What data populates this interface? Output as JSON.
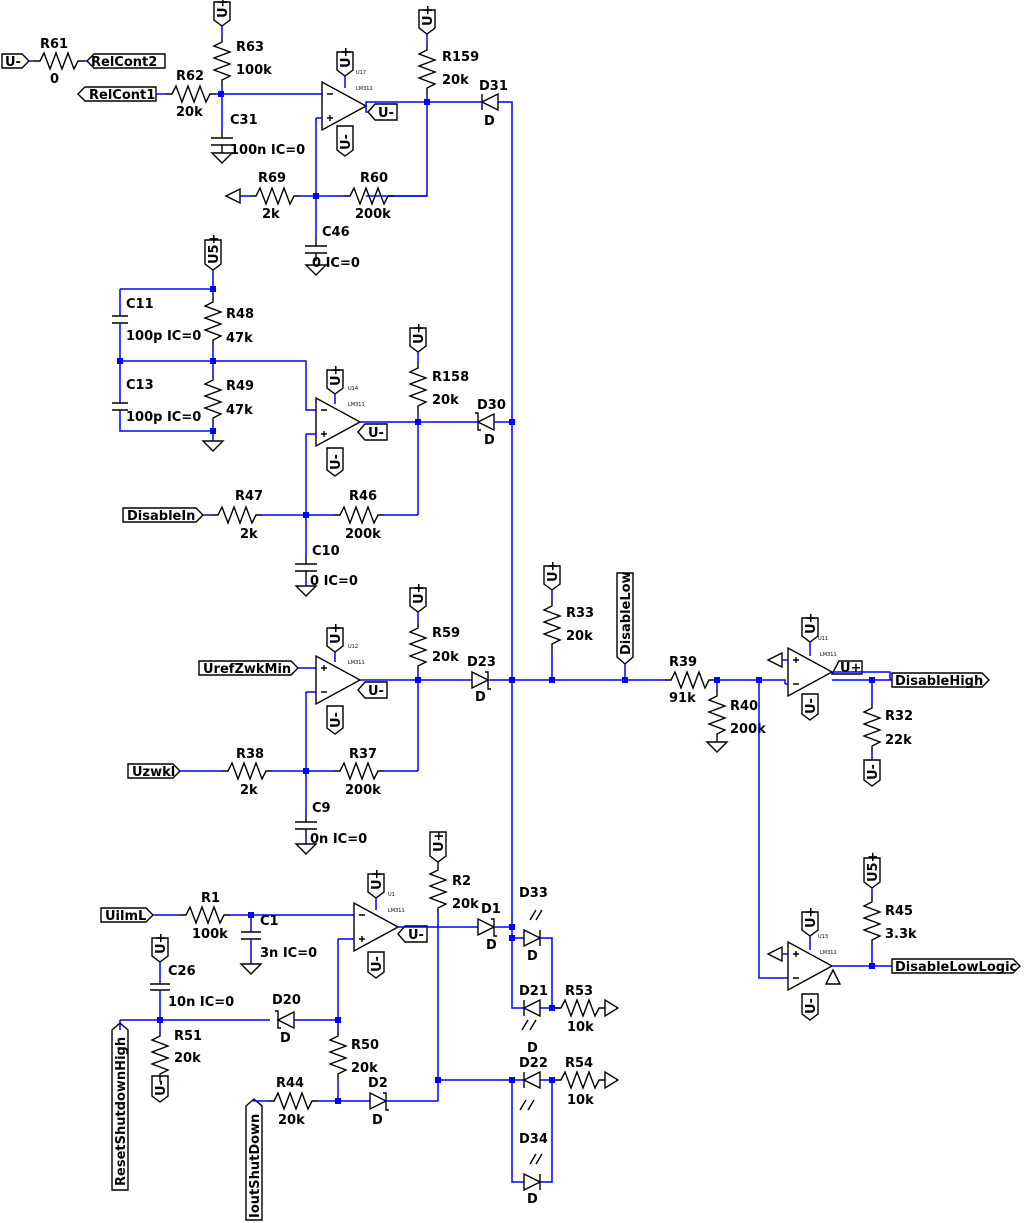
{
  "ports": {
    "u_minus_in": "U-",
    "relcont2": "RelCont2",
    "relcont1": "RelCont1",
    "disable_in": "DisableIn",
    "uref": "UrefZwkMin",
    "uzwkl": "Uzwkl",
    "uilml": "UilmL",
    "disable_low": "DisableLow",
    "disable_high": "DisableHigh",
    "disable_low_logic": "DisableLowLogic",
    "reset_shutdown": "ResetShutdownHigh",
    "iout_shutdown": "IoutShutDown"
  },
  "supplies": {
    "u_plus": "U+",
    "u_minus": "U-",
    "u5_plus": "U5+"
  },
  "opamps": {
    "model": "LM311",
    "u17": "U17",
    "u14": "U14",
    "u12": "U12",
    "u1": "U1",
    "u11": "U11",
    "u13": "U13"
  },
  "components": {
    "r61": {
      "name": "R61",
      "value": "0"
    },
    "r62": {
      "name": "R62",
      "value": "20k"
    },
    "r63": {
      "name": "R63",
      "value": "100k"
    },
    "c31": {
      "name": "C31",
      "value": "100n IC=0"
    },
    "r69": {
      "name": "R69",
      "value": "2k"
    },
    "r60": {
      "name": "R60",
      "value": "200k"
    },
    "c46": {
      "name": "C46",
      "value": "0 IC=0"
    },
    "r159": {
      "name": "R159",
      "value": "20k"
    },
    "d31": {
      "name": "D31",
      "value": "D"
    },
    "c11": {
      "name": "C11",
      "value": "100p IC=0"
    },
    "c13": {
      "name": "C13",
      "value": "100p IC=0"
    },
    "r48": {
      "name": "R48",
      "value": "47k"
    },
    "r49": {
      "name": "R49",
      "value": "47k"
    },
    "r158": {
      "name": "R158",
      "value": "20k"
    },
    "d30": {
      "name": "D30",
      "value": "D"
    },
    "r47": {
      "name": "R47",
      "value": "2k"
    },
    "r46": {
      "name": "R46",
      "value": "200k"
    },
    "c10": {
      "name": "C10",
      "value": "0 IC=0"
    },
    "r33": {
      "name": "R33",
      "value": "20k"
    },
    "r59": {
      "name": "R59",
      "value": "20k"
    },
    "d23": {
      "name": "D23",
      "value": "D"
    },
    "r39": {
      "name": "R39",
      "value": "91k"
    },
    "r40": {
      "name": "R40",
      "value": "200k"
    },
    "r32": {
      "name": "R32",
      "value": "22k"
    },
    "r38": {
      "name": "R38",
      "value": "2k"
    },
    "r37": {
      "name": "R37",
      "value": "200k"
    },
    "c9": {
      "name": "C9",
      "value": "0n IC=0"
    },
    "r1": {
      "name": "R1",
      "value": "100k"
    },
    "c1": {
      "name": "C1",
      "value": "3n IC=0"
    },
    "r2": {
      "name": "R2",
      "value": "20k"
    },
    "d1": {
      "name": "D1",
      "value": "D"
    },
    "d33": {
      "name": "D33",
      "value": "D"
    },
    "d21": {
      "name": "D21",
      "value": "D"
    },
    "r53": {
      "name": "R53",
      "value": "10k"
    },
    "d22": {
      "name": "D22",
      "value": "D"
    },
    "r54": {
      "name": "R54",
      "value": "10k"
    },
    "d34": {
      "name": "D34",
      "value": "D"
    },
    "c26": {
      "name": "C26",
      "value": "10n IC=0"
    },
    "r51": {
      "name": "R51",
      "value": "20k"
    },
    "d20": {
      "name": "D20",
      "value": "D"
    },
    "r50": {
      "name": "R50",
      "value": "20k"
    },
    "r44": {
      "name": "R44",
      "value": "20k"
    },
    "d2": {
      "name": "D2",
      "value": "D"
    },
    "r45": {
      "name": "R45",
      "value": "3.3k"
    }
  }
}
